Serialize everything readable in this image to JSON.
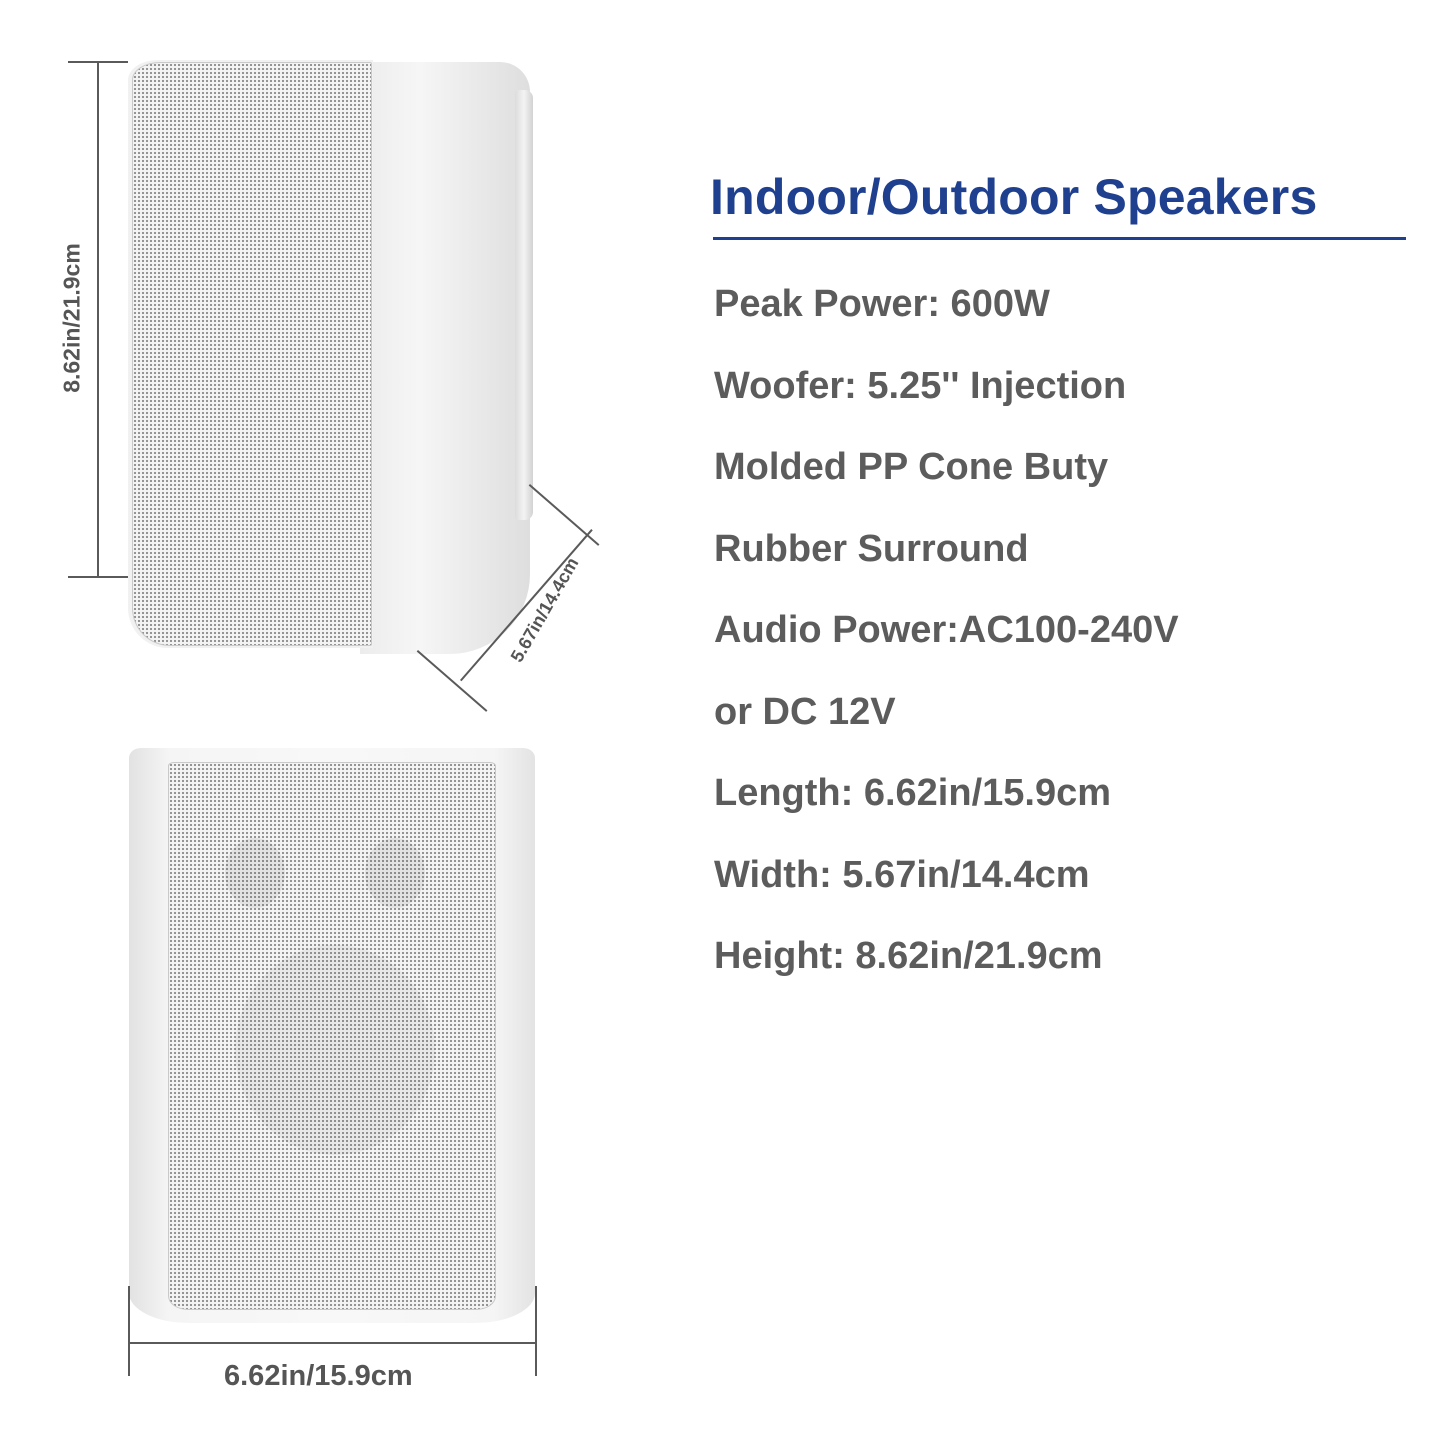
{
  "title": "Indoor/Outdoor Speakers",
  "colors": {
    "title": "#1f3f8f",
    "spec_text": "#5c5c5c",
    "dimension_lines": "#5a5a5a",
    "background": "#ffffff",
    "speaker_body": "#f1f1f1"
  },
  "specs": [
    "Peak Power: 600W",
    "Woofer: 5.25'' Injection",
    "Molded PP Cone Buty",
    "Rubber Surround",
    "Audio Power:AC100-240V",
    "or DC 12V",
    "Length: 6.62in/15.9cm",
    "Width: 5.67in/14.4cm",
    "Height: 8.62in/21.9cm"
  ],
  "dimensions": {
    "height_label": "8.62in/21.9cm",
    "depth_label": "5.67in/14.4cm",
    "width_label": "6.62in/15.9cm"
  },
  "images": {
    "top_speaker": "speaker-angled-view",
    "bottom_speaker": "speaker-front-view"
  }
}
